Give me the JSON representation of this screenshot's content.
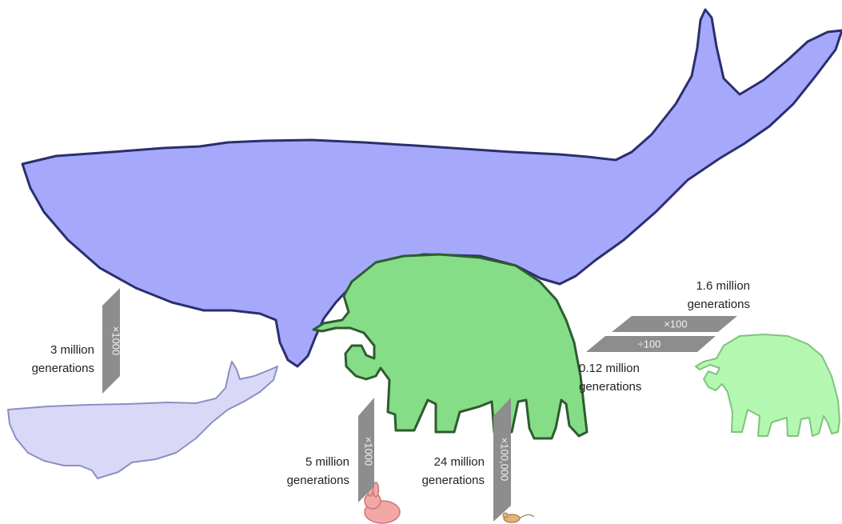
{
  "colors": {
    "big_whale_fill": "#a6a9fb",
    "outline": "#2b2f6e",
    "small_whale_fill": "#d9d9f7",
    "big_elephant_fill": "#86dd88",
    "small_elephant_fill": "#b4f7b0",
    "rabbit_fill": "#f4a7a7",
    "mouse_fill": "#e2b27a",
    "arrow_fill": "#8d8d8d"
  },
  "transitions": {
    "whale": {
      "generations": [
        "3 million",
        "generations"
      ],
      "factor": "×1000"
    },
    "rabbit_to_elephant": {
      "generations": [
        "5 million",
        "generations"
      ],
      "factor": "×1000"
    },
    "mouse_to_elephant": {
      "generations": [
        "24 million",
        "generations"
      ],
      "factor": "×100,000"
    },
    "elephant_grow": {
      "generations": [
        "1.6 million",
        "generations"
      ],
      "factor": "×100"
    },
    "elephant_shrink": {
      "generations": [
        "0.12 million",
        "generations"
      ],
      "factor": "÷100"
    }
  }
}
